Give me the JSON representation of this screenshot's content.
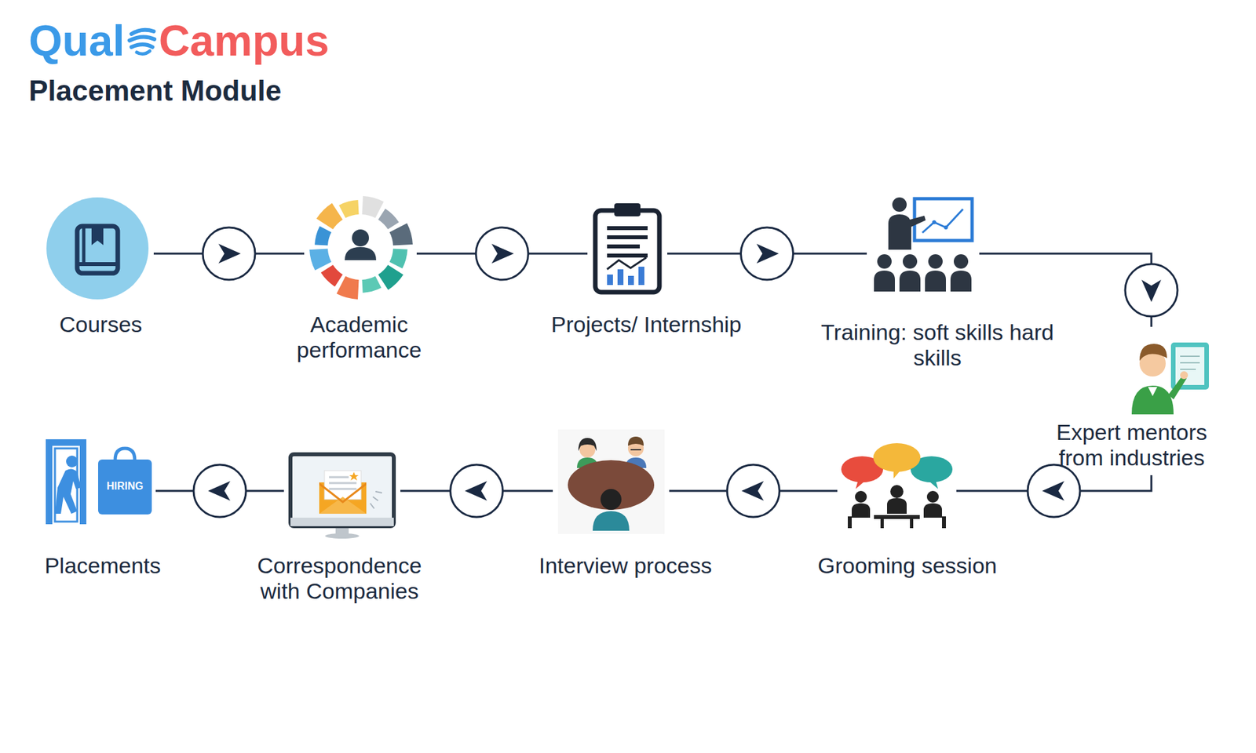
{
  "diagram": {
    "title": "Placement Module",
    "nodes": [
      {
        "text": [
          "Courses"
        ]
      },
      {
        "text": [
          "Academic performance"
        ]
      },
      {
        "text": [
          "Projects/ Internship"
        ]
      },
      {
        "text": [
          "Training: soft skills hard skills"
        ]
      },
      {
        "text": [
          "Expert mentors from industries"
        ]
      },
      {
        "text": [
          "Grooming session"
        ]
      },
      {
        "text": [
          "Interview process"
        ]
      },
      {
        "text": [
          "Correspondence with Companies"
        ]
      },
      {
        "text": [
          "Placements"
        ]
      }
    ],
    "edges": [
      {
        "from": 0,
        "to": 1,
        "arrow": "to"
      },
      {
        "from": 1,
        "to": 2,
        "arrow": "to"
      },
      {
        "from": 2,
        "to": 3,
        "arrow": "to"
      },
      {
        "from": 3,
        "to": 4,
        "arrow": "to"
      },
      {
        "from": 4,
        "to": 5,
        "arrow": "to"
      },
      {
        "from": 5,
        "to": 6,
        "arrow": "to"
      },
      {
        "from": 6,
        "to": 7,
        "arrow": "to"
      },
      {
        "from": 7,
        "to": 8,
        "arrow": "to"
      }
    ],
    "labels": [
      "Qual",
      "Campus",
      "HIRING"
    ]
  }
}
